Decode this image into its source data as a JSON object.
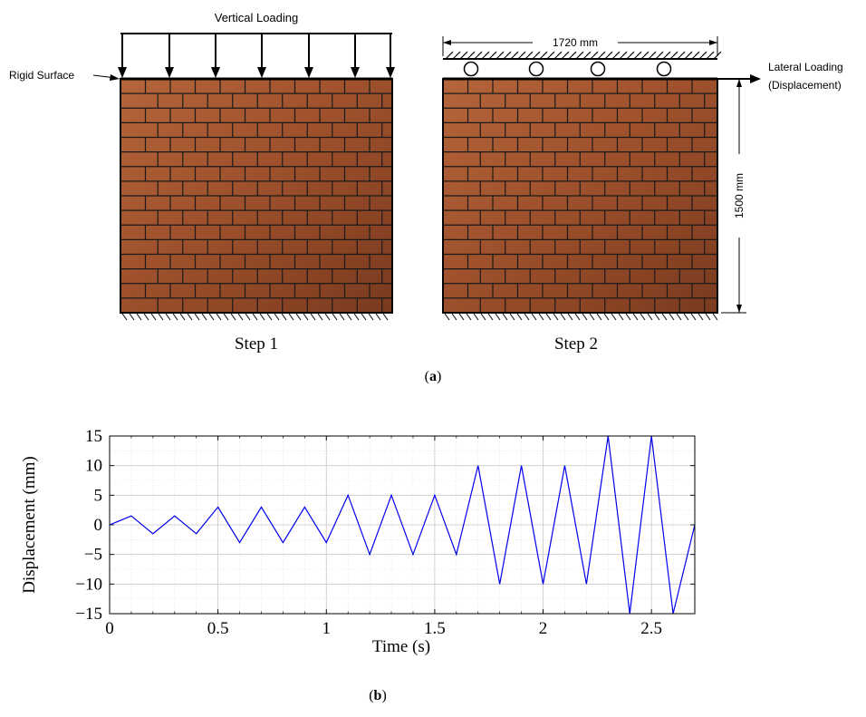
{
  "panel_a": {
    "vertical_loading": "Vertical Loading",
    "rigid_surface": "Rigid Surface",
    "width_dim": "1720 mm",
    "height_dim": "1500 mm",
    "lateral_loading_1": "Lateral Loading",
    "lateral_loading_2": "(Displacement)",
    "step1": "Step 1",
    "step2": "Step 2",
    "caption": "a",
    "brick_color": "#a0522d",
    "mortar_color": "#1a1a1a"
  },
  "panel_b": {
    "caption": "b"
  },
  "chart_data": {
    "type": "line",
    "xlabel": "Time (s)",
    "ylabel": "Displacement (mm)",
    "xlim": [
      0,
      2.7
    ],
    "ylim": [
      -15,
      15
    ],
    "xticks": [
      0,
      0.5,
      1,
      1.5,
      2,
      2.5
    ],
    "xtick_labels": [
      "0",
      "0.5",
      "1",
      "1.5",
      "2",
      "2.5"
    ],
    "yticks": [
      15,
      10,
      5,
      0,
      -5,
      -10,
      -15
    ],
    "ytick_labels": [
      "15",
      "10",
      "5",
      "0",
      "−5",
      "−10",
      "−15"
    ],
    "grid": true,
    "series": [
      {
        "color": "#0000ee",
        "x": [
          0,
          0.1,
          0.2,
          0.3,
          0.4,
          0.5,
          0.6,
          0.7,
          0.8,
          0.9,
          1.0,
          1.1,
          1.2,
          1.3,
          1.4,
          1.5,
          1.6,
          1.7,
          1.8,
          1.9,
          2.0,
          2.1,
          2.2,
          2.3,
          2.4,
          2.5,
          2.6,
          2.7
        ],
        "y": [
          0,
          1.5,
          -1.5,
          1.5,
          -1.5,
          3,
          -3,
          3,
          -3,
          3,
          -3,
          5,
          -5,
          5,
          -5,
          5,
          -5,
          10,
          -10,
          10,
          -10,
          10,
          -10,
          15,
          -15,
          15,
          -15,
          0
        ]
      }
    ]
  }
}
